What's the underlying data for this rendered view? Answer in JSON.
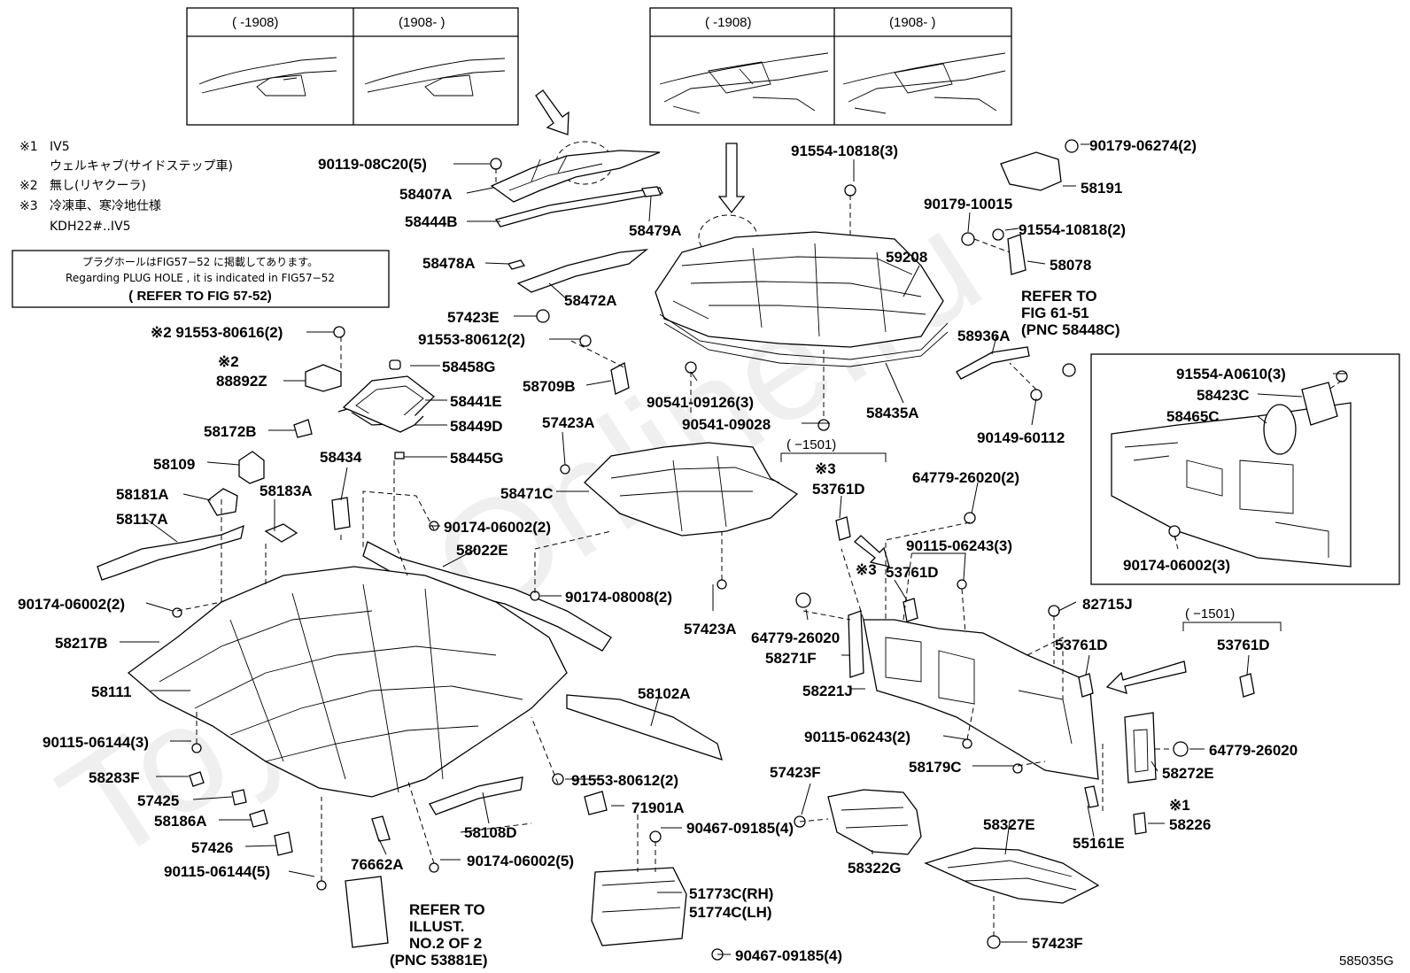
{
  "figure_code": "585035G",
  "watermark": "ToyotaOnline.ru",
  "notes": {
    "n1_mark": "※1",
    "n1_text": "IV5",
    "n1_sub": "ウェルキャブ(サイドステップ車)",
    "n2_mark": "※2",
    "n2_text": "無し(リヤクーラ)",
    "n3_mark": "※3",
    "n3_text": "冷凍車、寒冷地仕様",
    "n3_sub": "KDH22#..IV5"
  },
  "plug_hole_note": {
    "line1": "プラグホールはFIG57−52 に掲載してあります。",
    "line2": "Regarding PLUG HOLE , it is indicated in FIG57−52",
    "line3": "( REFER TO FIG 57-52)"
  },
  "inset_panels": [
    {
      "left": "(   -1908)",
      "right": "(1908-    )"
    },
    {
      "left": "(   -1908)",
      "right": "(1908-    )"
    }
  ],
  "date_ranges": {
    "r1": "(  −1501)",
    "r2": "(  −1501)"
  },
  "refer_notes": {
    "fig61": [
      "REFER TO",
      "FIG 61-51",
      "(PNC 58448C)"
    ],
    "illust2": [
      "REFER TO",
      "ILLUST.",
      "NO.2 OF 2",
      "(PNC 53881E)"
    ]
  },
  "callouts": {
    "p90119": "90119-08C20(5)",
    "p58407A": "58407A",
    "p58444B": "58444B",
    "p58479A": "58479A",
    "p58478A": "58478A",
    "p58472A": "58472A",
    "p57423E": "57423E",
    "p91553_80612a": "91553-80612(2)",
    "p91553_80616": "※2 91553-80616(2)",
    "p88892Z_mark": "※2",
    "p88892Z": "88892Z",
    "p58458G": "58458G",
    "p58441E": "58441E",
    "p58449D": "58449D",
    "p58445G": "58445G",
    "p58709B": "58709B",
    "p58172B": "58172B",
    "p58109": "58109",
    "p58434": "58434",
    "p58181A": "58181A",
    "p58183A": "58183A",
    "p58117A": "58117A",
    "p57423A_1": "57423A",
    "p58471C": "58471C",
    "p90174_06002a": "90174-06002(2)",
    "p58022E": "58022E",
    "p90174_06002b": "90174-06002(2)",
    "p90174_08008": "90174-08008(2)",
    "p57423A_2": "57423A",
    "p58217B": "58217B",
    "p58111": "58111",
    "p58102A": "58102A",
    "p90115_06144a": "90115-06144(3)",
    "p58283F": "58283F",
    "p57425": "57425",
    "p58186A": "58186A",
    "p57426": "57426",
    "p90115_06144b": "90115-06144(5)",
    "p76662A": "76662A",
    "p90174_06002c": "90174-06002(5)",
    "p58108D": "58108D",
    "p91553_80612b": "91553-80612(2)",
    "p71901A": "71901A",
    "p90467_a": "90467-09185(4)",
    "p51773C": "51773C(RH)",
    "p51774C": "51774C(LH)",
    "p90467_b": "90467-09185(4)",
    "p91554_10818a": "91554-10818(3)",
    "p59208": "59208",
    "p90179_06274": "90179-06274(2)",
    "p58191": "58191",
    "p90179_10015": "90179-10015",
    "p91554_10818b": "91554-10818(2)",
    "p58078": "58078",
    "p58936A": "58936A",
    "p90541_09126": "90541-09126(3)",
    "p90541_09028": "90541-09028",
    "p58435A": "58435A",
    "p90149": "90149-60112",
    "p91554_A0610": "91554-A0610(3)",
    "p58423C": "58423C",
    "p58465C": "58465C",
    "p90174_06002d": "90174-06002(3)",
    "p53761D_mark1": "※3",
    "p53761D_1": "53761D",
    "p64779_26020_2": "64779-26020(2)",
    "p53761D_mark2": "※3",
    "p53761D_2": "53761D",
    "p90115_06243a": "90115-06243(3)",
    "p64779_26020a": "64779-26020",
    "p58271F": "58271F",
    "p58221J": "58221J",
    "p82715J": "82715J",
    "p53761D_3": "53761D",
    "p53761D_4": "53761D",
    "p90115_06243b": "90115-06243(2)",
    "p64779_26020b": "64779-26020",
    "p58179C": "58179C",
    "p58272E": "58272E",
    "p57423F_1": "57423F",
    "p58322G": "58322G",
    "p58327E": "58327E",
    "p55161E": "55161E",
    "p58226_mark": "※1",
    "p58226": "58226",
    "p57423F_2": "57423F"
  }
}
